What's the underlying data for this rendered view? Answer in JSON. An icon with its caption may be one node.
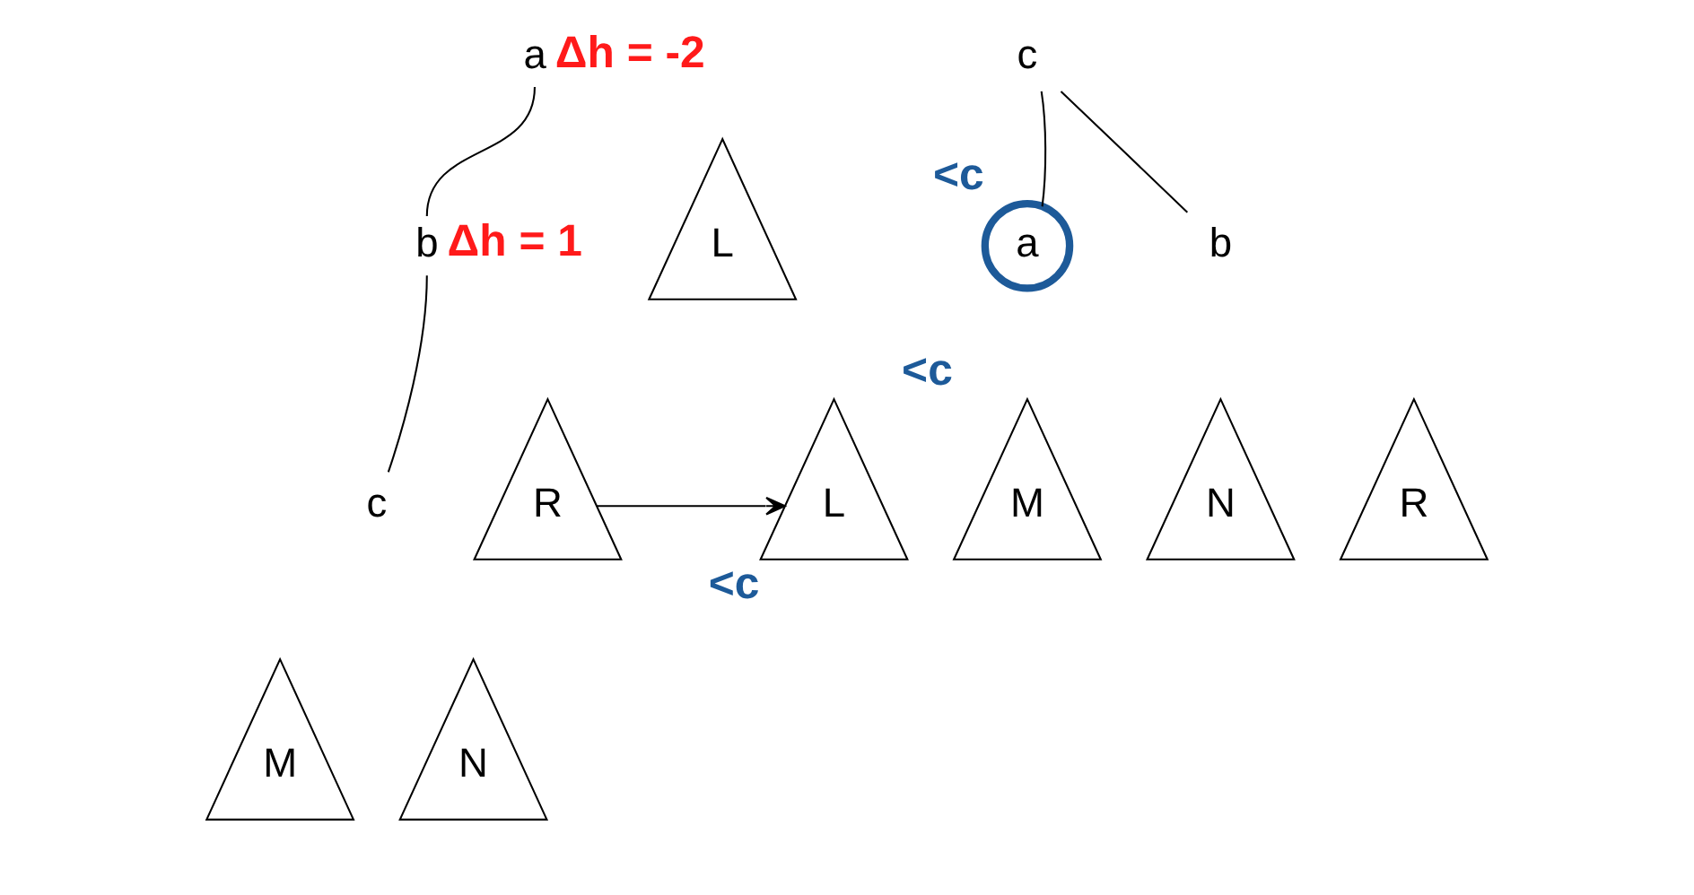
{
  "diagram": {
    "nodes": [
      {
        "text": [
          "a"
        ],
        "beside": [
          "Δh = -2"
        ]
      },
      {
        "text": [
          "L"
        ]
      },
      {
        "text": [
          "b"
        ],
        "beside": [
          "Δh = 1"
        ]
      },
      {
        "text": [
          "c"
        ]
      },
      {
        "text": [
          "M"
        ]
      },
      {
        "text": [
          "N"
        ]
      },
      {
        "text": [
          "R"
        ]
      },
      {
        "text": [
          "c"
        ]
      },
      {
        "text": [
          "a"
        ],
        "beside": [
          "<c"
        ]
      },
      {
        "text": [
          "b"
        ]
      },
      {
        "text": [
          "L"
        ],
        "beside": [
          "<c"
        ]
      },
      {
        "text": [
          "M"
        ],
        "beside": [
          "<c"
        ]
      },
      {
        "text": [
          "N"
        ]
      },
      {
        "text": [
          "R"
        ]
      }
    ],
    "edges": [
      {
        "from": 0,
        "to": 2,
        "arrow": "none"
      },
      {
        "from": 2,
        "to": 3,
        "arrow": "none"
      },
      {
        "from": 6,
        "to": 10,
        "arrow": "to"
      },
      {
        "from": 7,
        "to": 8,
        "arrow": "none"
      },
      {
        "from": 7,
        "to": 9,
        "arrow": "none"
      }
    ]
  }
}
